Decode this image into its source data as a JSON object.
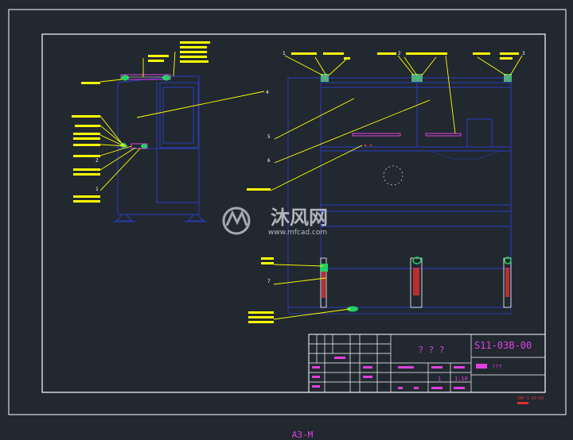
{
  "drawing": {
    "sheet_size": "A3-M",
    "drawing_number": "S11-03B-00",
    "part_name_placeholder": "? ? ?",
    "scale": "1:10",
    "sheet_index": "1",
    "material_label": "???",
    "bottom_right_note": "SNF-S-03-03",
    "watermark_cn": "沐风网",
    "watermark_url": "www.mfcad.com",
    "balloons": [
      "1",
      "2",
      "3",
      "4",
      "5",
      "6",
      "7"
    ]
  },
  "colors": {
    "background": "#212830",
    "frame": "#ffffff",
    "outline": "#2b3aa8",
    "leader": "#ffff00",
    "accent_magenta": "#e040e0",
    "green": "#23d063",
    "red": "#e03030"
  }
}
